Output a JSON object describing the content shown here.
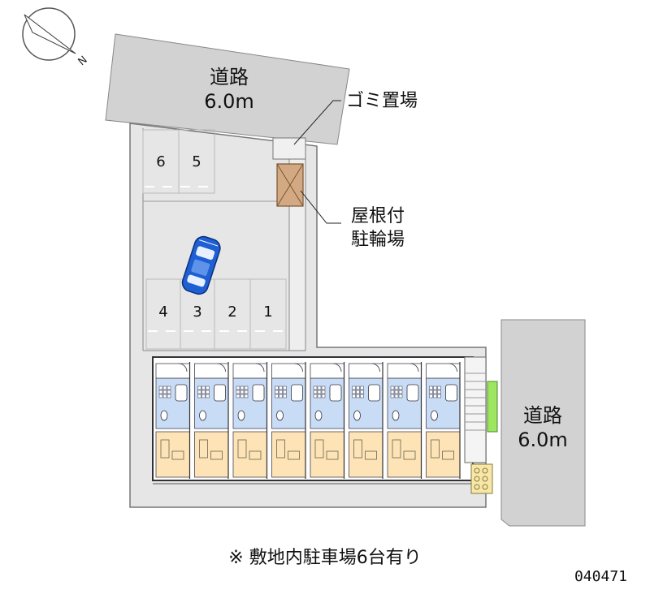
{
  "roads": {
    "north": {
      "name": "道路",
      "width": "6.0m"
    },
    "east": {
      "name": "道路",
      "width": "6.0m"
    }
  },
  "labels": {
    "garbage": "ゴミ置場",
    "bicycle_line1": "屋根付",
    "bicycle_line2": "駐輪場"
  },
  "compass": {
    "letter": "N"
  },
  "parking": {
    "top_row": [
      "6",
      "5"
    ],
    "bottom_row": [
      "4",
      "3",
      "2",
      "1"
    ]
  },
  "units": {
    "count": 8
  },
  "note": "※ 敷地内駐車場6台有り",
  "code": "040471",
  "colors": {
    "road": "#d2d2d2",
    "site": "#e6e6e6",
    "room": "#fde3b5",
    "wet_area": "#c9dcf5",
    "shelter": "#d2a982",
    "green": "#9ee660",
    "car": "#1e5fd4"
  }
}
